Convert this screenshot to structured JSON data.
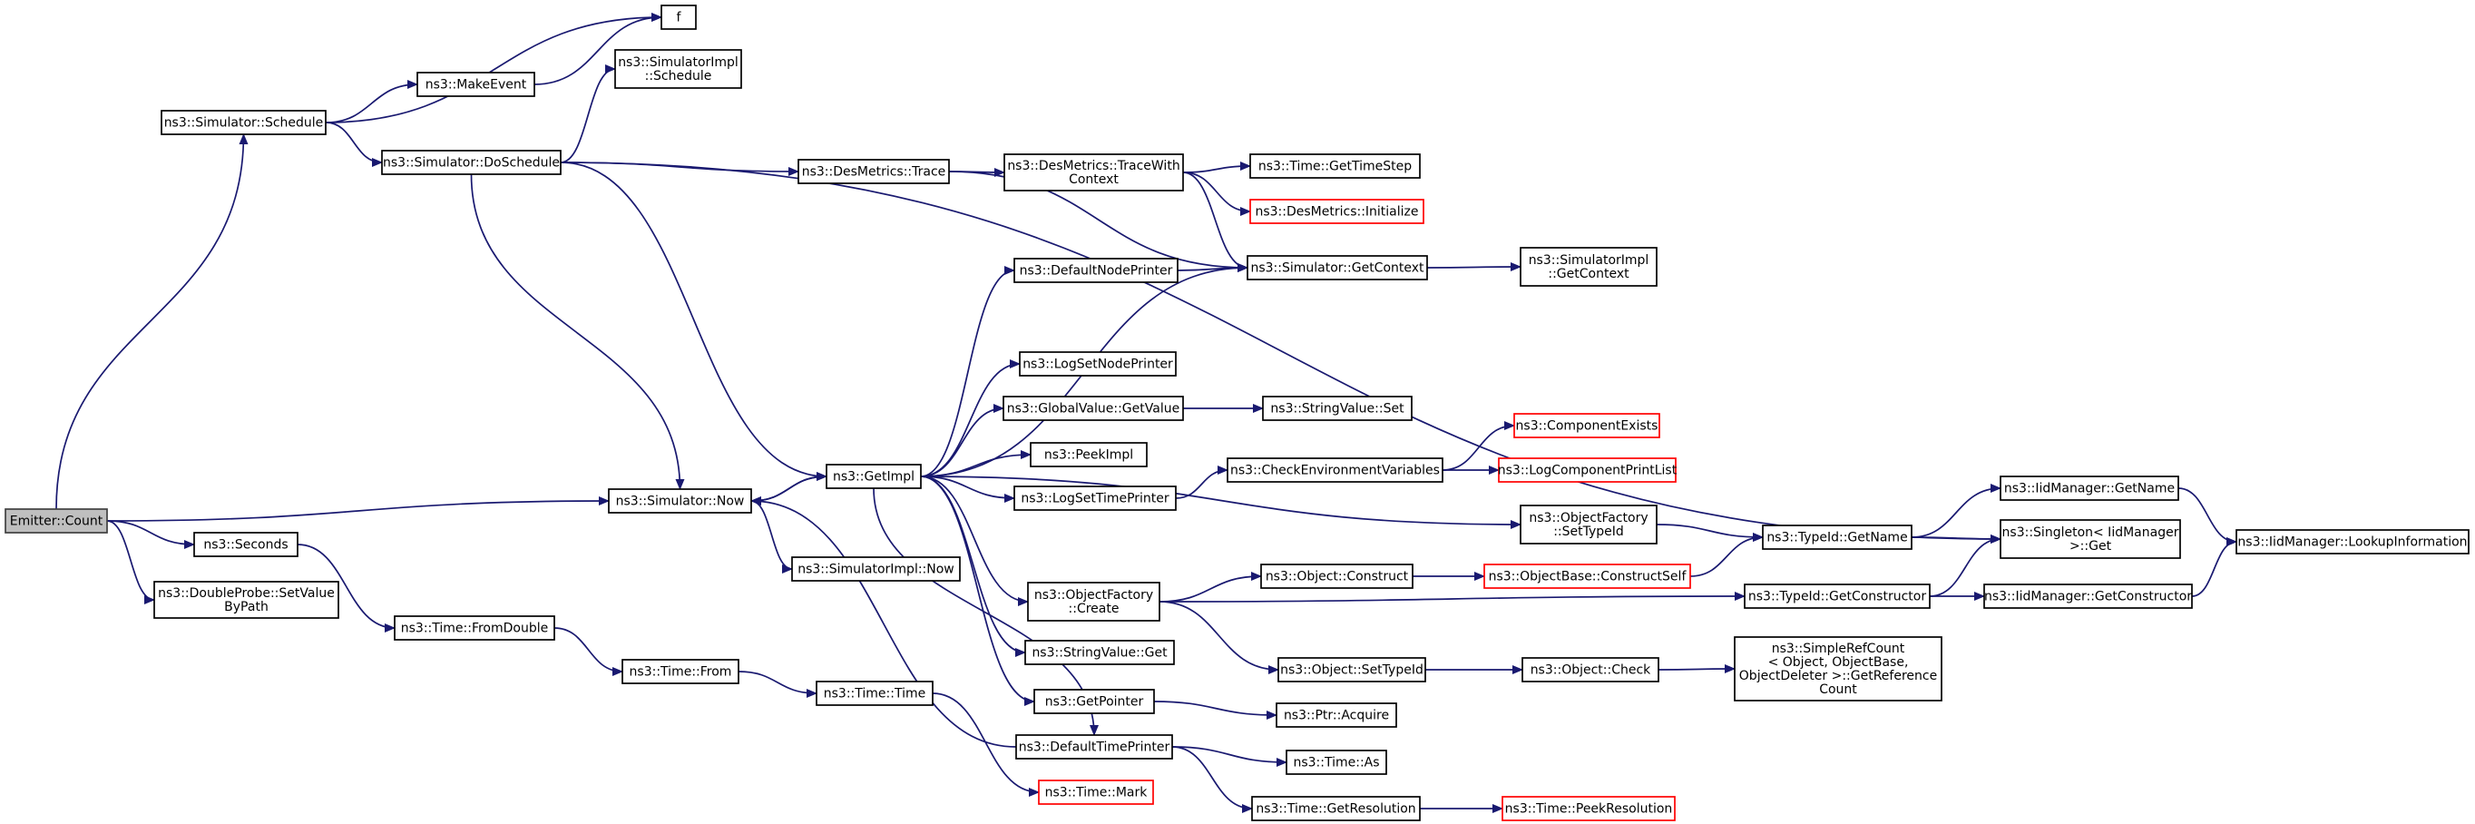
{
  "colors": {
    "edge": "#191970",
    "node_border": "#000000",
    "truncated_border": "#ff0000",
    "root_fill": "#bfbfbf",
    "background": "#ffffff"
  },
  "graph": {
    "nodes": [
      {
        "id": "emitter_count",
        "lines": [
          "Emitter::Count"
        ],
        "style": "root"
      },
      {
        "id": "sim_schedule",
        "lines": [
          "ns3::Simulator::Schedule"
        ]
      },
      {
        "id": "f",
        "lines": [
          "f"
        ]
      },
      {
        "id": "make_event",
        "lines": [
          "ns3::MakeEvent"
        ]
      },
      {
        "id": "simimpl_schedule",
        "lines": [
          "ns3::SimulatorImpl",
          "::Schedule"
        ]
      },
      {
        "id": "sim_doschedule",
        "lines": [
          "ns3::Simulator::DoSchedule"
        ]
      },
      {
        "id": "desmetrics_trace",
        "lines": [
          "ns3::DesMetrics::Trace"
        ]
      },
      {
        "id": "desmetrics_tracewith",
        "lines": [
          "ns3::DesMetrics::TraceWith",
          "Context"
        ]
      },
      {
        "id": "time_gettimestep",
        "lines": [
          "ns3::Time::GetTimeStep"
        ]
      },
      {
        "id": "desmetrics_init",
        "lines": [
          "ns3::DesMetrics::Initialize"
        ],
        "style": "truncated"
      },
      {
        "id": "default_node_printer",
        "lines": [
          "ns3::DefaultNodePrinter"
        ]
      },
      {
        "id": "sim_getcontext",
        "lines": [
          "ns3::Simulator::GetContext"
        ]
      },
      {
        "id": "simimpl_getcontext",
        "lines": [
          "ns3::SimulatorImpl",
          "::GetContext"
        ]
      },
      {
        "id": "logset_node_printer",
        "lines": [
          "ns3::LogSetNodePrinter"
        ]
      },
      {
        "id": "globalvalue_getvalue",
        "lines": [
          "ns3::GlobalValue::GetValue"
        ]
      },
      {
        "id": "stringvalue_set",
        "lines": [
          "ns3::StringValue::Set"
        ]
      },
      {
        "id": "component_exists",
        "lines": [
          "ns3::ComponentExists"
        ],
        "style": "truncated"
      },
      {
        "id": "peekimpl",
        "lines": [
          "ns3::PeekImpl"
        ]
      },
      {
        "id": "check_env_vars",
        "lines": [
          "ns3::CheckEnvironmentVariables"
        ]
      },
      {
        "id": "logcomp_printlist",
        "lines": [
          "ns3::LogComponentPrintList"
        ],
        "style": "truncated"
      },
      {
        "id": "logset_time_printer",
        "lines": [
          "ns3::LogSetTimePrinter"
        ]
      },
      {
        "id": "getimpl",
        "lines": [
          "ns3::GetImpl"
        ]
      },
      {
        "id": "sim_now",
        "lines": [
          "ns3::Simulator::Now"
        ]
      },
      {
        "id": "simimpl_now",
        "lines": [
          "ns3::SimulatorImpl::Now"
        ]
      },
      {
        "id": "objfactory_settypeid",
        "lines": [
          "ns3::ObjectFactory",
          "::SetTypeId"
        ]
      },
      {
        "id": "typeid_getname",
        "lines": [
          "ns3::TypeId::GetName"
        ]
      },
      {
        "id": "iidmanager_getname",
        "lines": [
          "ns3::IidManager::GetName"
        ]
      },
      {
        "id": "singleton_get",
        "lines": [
          "ns3::Singleton< IidManager",
          " >::Get"
        ]
      },
      {
        "id": "iidmanager_lookup",
        "lines": [
          "ns3::IidManager::LookupInformation"
        ]
      },
      {
        "id": "objfactory_create",
        "lines": [
          "ns3::ObjectFactory",
          "::Create"
        ]
      },
      {
        "id": "object_construct",
        "lines": [
          "ns3::Object::Construct"
        ]
      },
      {
        "id": "objectbase_constructself",
        "lines": [
          "ns3::ObjectBase::ConstructSelf"
        ],
        "style": "truncated"
      },
      {
        "id": "typeid_getconstructor",
        "lines": [
          "ns3::TypeId::GetConstructor"
        ]
      },
      {
        "id": "iidmanager_getconstructor",
        "lines": [
          "ns3::IidManager::GetConstructor"
        ]
      },
      {
        "id": "stringvalue_get",
        "lines": [
          "ns3::StringValue::Get"
        ]
      },
      {
        "id": "object_settypeid",
        "lines": [
          "ns3::Object::SetTypeId"
        ]
      },
      {
        "id": "object_check",
        "lines": [
          "ns3::Object::Check"
        ]
      },
      {
        "id": "simplerefcount",
        "lines": [
          "ns3::SimpleRefCount",
          "< Object, ObjectBase,",
          " ObjectDeleter >::GetReference",
          "Count"
        ]
      },
      {
        "id": "getpointer",
        "lines": [
          "ns3::GetPointer"
        ]
      },
      {
        "id": "ptr_acquire",
        "lines": [
          "ns3::Ptr::Acquire"
        ]
      },
      {
        "id": "default_time_printer",
        "lines": [
          "ns3::DefaultTimePrinter"
        ]
      },
      {
        "id": "time_as",
        "lines": [
          "ns3::Time::As"
        ]
      },
      {
        "id": "time_getresolution",
        "lines": [
          "ns3::Time::GetResolution"
        ]
      },
      {
        "id": "time_peekresolution",
        "lines": [
          "ns3::Time::PeekResolution"
        ],
        "style": "truncated"
      },
      {
        "id": "time_mark",
        "lines": [
          "ns3::Time::Mark"
        ],
        "style": "truncated"
      },
      {
        "id": "seconds",
        "lines": [
          "ns3::Seconds"
        ]
      },
      {
        "id": "doubleprobe_setvalue",
        "lines": [
          "ns3::DoubleProbe::SetValue",
          "ByPath"
        ]
      },
      {
        "id": "time_fromdouble",
        "lines": [
          "ns3::Time::FromDouble"
        ]
      },
      {
        "id": "time_from",
        "lines": [
          "ns3::Time::From"
        ]
      },
      {
        "id": "time_time",
        "lines": [
          "ns3::Time::Time"
        ]
      }
    ],
    "edges": [
      [
        "emitter_count",
        "sim_schedule"
      ],
      [
        "emitter_count",
        "sim_now"
      ],
      [
        "emitter_count",
        "seconds"
      ],
      [
        "emitter_count",
        "doubleprobe_setvalue"
      ],
      [
        "sim_schedule",
        "f"
      ],
      [
        "sim_schedule",
        "make_event"
      ],
      [
        "sim_schedule",
        "sim_doschedule"
      ],
      [
        "make_event",
        "f"
      ],
      [
        "sim_doschedule",
        "simimpl_schedule"
      ],
      [
        "sim_doschedule",
        "desmetrics_trace"
      ],
      [
        "sim_doschedule",
        "singleton_get"
      ],
      [
        "sim_doschedule",
        "sim_now"
      ],
      [
        "sim_doschedule",
        "getimpl"
      ],
      [
        "desmetrics_trace",
        "desmetrics_tracewith"
      ],
      [
        "desmetrics_trace",
        "sim_getcontext"
      ],
      [
        "desmetrics_tracewith",
        "time_gettimestep"
      ],
      [
        "desmetrics_tracewith",
        "desmetrics_init"
      ],
      [
        "desmetrics_tracewith",
        "sim_getcontext"
      ],
      [
        "default_node_printer",
        "sim_getcontext"
      ],
      [
        "sim_getcontext",
        "simimpl_getcontext"
      ],
      [
        "getimpl",
        "default_node_printer"
      ],
      [
        "getimpl",
        "sim_getcontext"
      ],
      [
        "getimpl",
        "logset_node_printer"
      ],
      [
        "getimpl",
        "globalvalue_getvalue"
      ],
      [
        "getimpl",
        "peekimpl"
      ],
      [
        "getimpl",
        "logset_time_printer"
      ],
      [
        "getimpl",
        "objfactory_settypeid"
      ],
      [
        "getimpl",
        "objfactory_create"
      ],
      [
        "getimpl",
        "stringvalue_get"
      ],
      [
        "getimpl",
        "getpointer"
      ],
      [
        "getimpl",
        "default_time_printer"
      ],
      [
        "getimpl",
        "sim_now"
      ],
      [
        "globalvalue_getvalue",
        "stringvalue_set"
      ],
      [
        "logset_time_printer",
        "check_env_vars"
      ],
      [
        "check_env_vars",
        "component_exists"
      ],
      [
        "check_env_vars",
        "logcomp_printlist"
      ],
      [
        "sim_now",
        "getimpl"
      ],
      [
        "sim_now",
        "simimpl_now"
      ],
      [
        "objfactory_settypeid",
        "typeid_getname"
      ],
      [
        "typeid_getname",
        "iidmanager_getname"
      ],
      [
        "typeid_getname",
        "singleton_get"
      ],
      [
        "iidmanager_getname",
        "iidmanager_lookup"
      ],
      [
        "objfactory_create",
        "object_construct"
      ],
      [
        "objfactory_create",
        "typeid_getconstructor"
      ],
      [
        "objfactory_create",
        "object_settypeid"
      ],
      [
        "object_construct",
        "objectbase_constructself"
      ],
      [
        "objectbase_constructself",
        "typeid_getname"
      ],
      [
        "typeid_getconstructor",
        "singleton_get"
      ],
      [
        "typeid_getconstructor",
        "iidmanager_getconstructor"
      ],
      [
        "iidmanager_getconstructor",
        "iidmanager_lookup"
      ],
      [
        "object_settypeid",
        "object_check"
      ],
      [
        "object_check",
        "simplerefcount"
      ],
      [
        "getpointer",
        "ptr_acquire"
      ],
      [
        "default_time_printer",
        "time_as"
      ],
      [
        "default_time_printer",
        "time_getresolution"
      ],
      [
        "default_time_printer",
        "sim_now"
      ],
      [
        "time_getresolution",
        "time_peekresolution"
      ],
      [
        "seconds",
        "time_fromdouble"
      ],
      [
        "time_fromdouble",
        "time_from"
      ],
      [
        "time_from",
        "time_time"
      ],
      [
        "time_time",
        "time_mark"
      ]
    ]
  }
}
